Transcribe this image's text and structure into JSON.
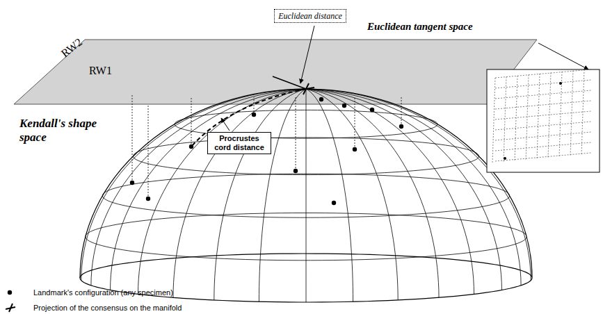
{
  "diagram": {
    "nodes": [
      {
        "text": [
          "Euclidean distance"
        ]
      },
      {
        "text": [
          "Procrustes cord distance"
        ]
      }
    ],
    "labels": [
      "Euclidean tangent space",
      "RW2",
      "RW1",
      "Kendall's shape space"
    ],
    "legend": [
      {
        "text": "Landmark's configuration (any specimen)"
      },
      {
        "text": "Projection of the consensus on the manifold"
      }
    ]
  }
}
